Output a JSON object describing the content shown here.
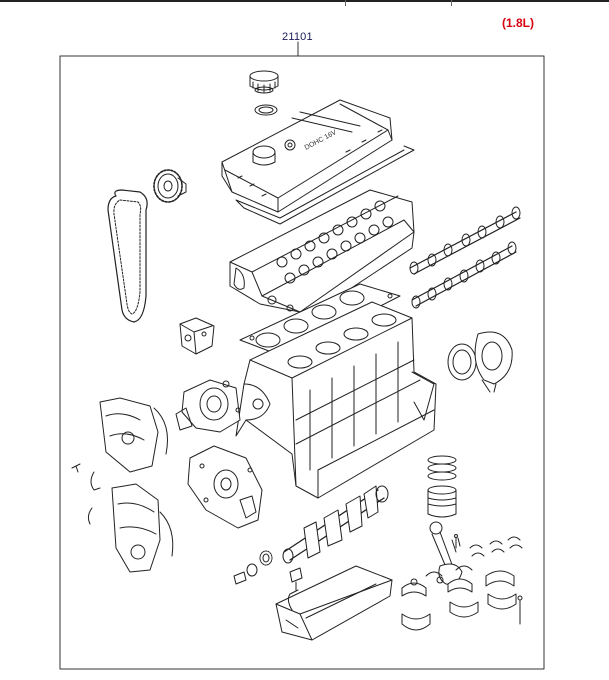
{
  "header": {
    "part_number": "21101",
    "engine_spec": "(1.8L)",
    "accent_color": "#d8000c",
    "label_color": "#1a1a5a"
  },
  "diagram": {
    "cover_text": "DOHC 16V",
    "components": [
      "oil-filler-cap",
      "filler-cap-gasket",
      "cylinder-head-cover",
      "cam-sprocket",
      "timing-belt",
      "cylinder-head",
      "intake-camshaft",
      "exhaust-camshaft",
      "head-gasket",
      "engine-mount-bracket",
      "cylinder-block",
      "rear-oil-seal",
      "seal-retainer",
      "water-pump",
      "timing-cover-upper",
      "timing-cover-lower",
      "oil-pump",
      "crankshaft",
      "crank-sprocket",
      "piston",
      "piston-rings",
      "connecting-rod",
      "main-bearings",
      "rod-bearings",
      "oil-pan",
      "drain-plug",
      "bolts"
    ]
  }
}
